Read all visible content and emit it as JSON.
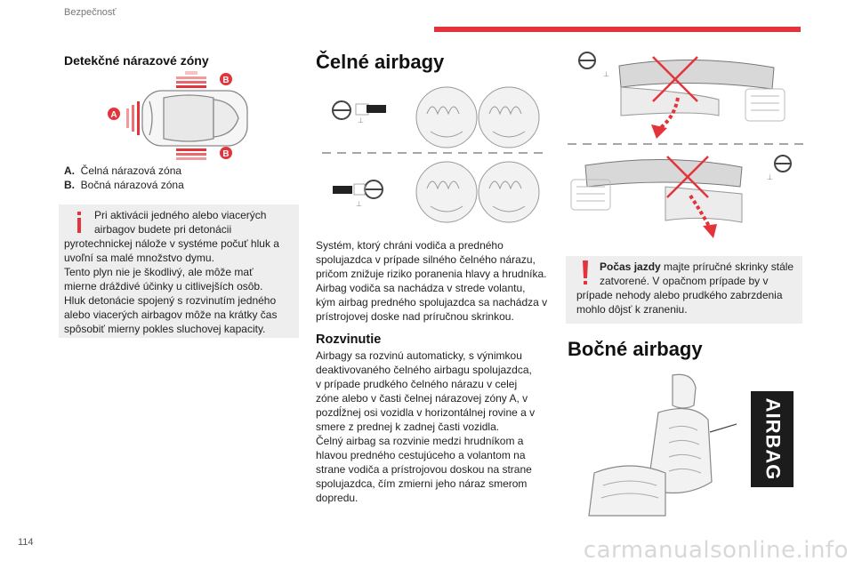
{
  "header": {
    "section": "Bezpečnosť"
  },
  "page_number": "114",
  "watermark": "carmanualsonline.info",
  "left": {
    "title": "Detekčné nárazové zóny",
    "diagram": {
      "label_a": "A",
      "label_b": "B"
    },
    "legend": [
      {
        "key": "A.",
        "text": "Čelná nárazová zóna"
      },
      {
        "key": "B.",
        "text": "Bočná nárazová zóna"
      }
    ],
    "note": {
      "icon": "info-icon",
      "lines": [
        "Pri aktivácii jedného alebo viacerých",
        "airbagov budete pri detonácii",
        "pyrotechnickej nálože v systéme počuť hluk a",
        "uvoľní sa malé množstvo dymu.",
        "Tento plyn nie je škodlivý, ale môže mať",
        "mierne dráždivé účinky u citlivejších osôb.",
        "Hluk detonácie spojený s rozvinutím jedného",
        "alebo viacerých airbagov môže na krátky čas",
        "spôsobiť mierny pokles sluchovej kapacity."
      ]
    }
  },
  "middle": {
    "title": "Čelné airbagy",
    "intro": [
      "Systém, ktorý chráni vodiča a predného",
      "spolujazdca v prípade silného čelného nárazu,",
      "pričom znižuje riziko poranenia hlavy a hrudníka.",
      "Airbag vodiča sa nachádza v strede volantu,",
      "kým airbag predného spolujazdca sa nachádza v",
      "prístrojovej doske nad príručnou skrinkou."
    ],
    "subtitle": "Rozvinutie",
    "deploy": [
      "Airbagy sa rozvinú automaticky, s výnimkou",
      "deaktivovaného čelného airbagu spolujazdca,",
      "v prípade prudkého čelného nárazu v celej",
      "zóne alebo v časti čelnej nárazovej zóny A, v",
      "pozdĺžnej osi vozidla v horizontálnej rovine a v",
      "smere z prednej k zadnej časti vozidla.",
      "Čelný airbag sa rozvinie medzi hrudníkom a",
      "hlavou predného cestujúceho a volantom na",
      "strane vodiča a prístrojovou doskou na strane",
      "spolujazdca, čím zmierni jeho náraz smerom",
      "dopredu."
    ]
  },
  "right": {
    "warning": {
      "icon": "warning-icon",
      "bold": "Počas jazdy",
      "line1_rest": " majte príručné skrinky stále",
      "lines": [
        "zatvorené. V opačnom prípade by v",
        "prípade nehody alebo prudkého zabrzdenia",
        "mohlo dôjsť k zraneniu."
      ]
    },
    "title": "Bočné airbagy",
    "tag": "AIRBAG"
  }
}
